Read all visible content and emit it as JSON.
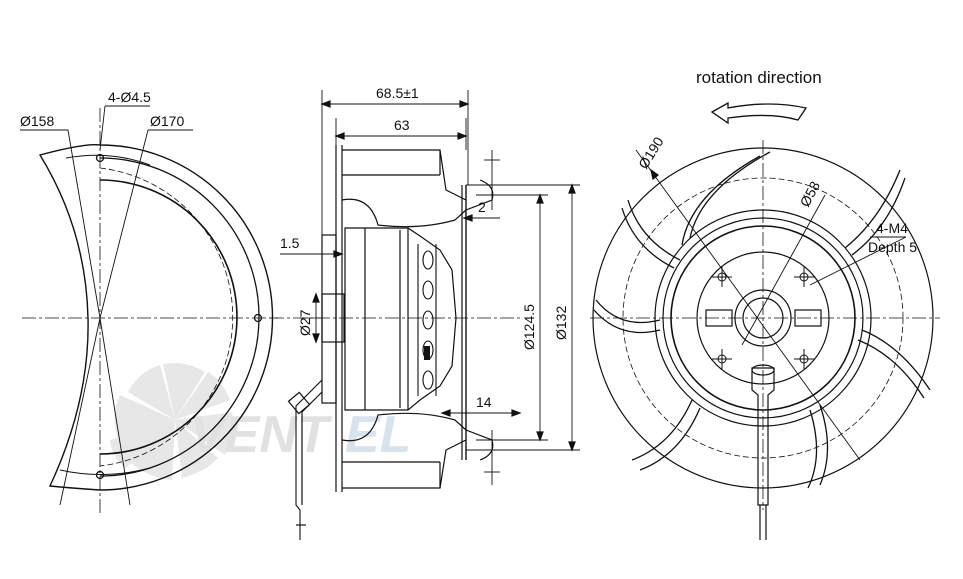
{
  "watermark": {
    "brand_text_a": "VENT",
    "brand_text_b": "EL",
    "color_a": "#c9c9c9",
    "color_b": "#b9cde4"
  },
  "left_view": {
    "dim_d158": "Ø158",
    "dim_holes": "4-Ø4.5",
    "dim_d170": "Ø170"
  },
  "side_view": {
    "dim_overall": "68.5±1",
    "dim_63": "63",
    "dim_2": "2",
    "dim_1_5": "1.5",
    "dim_d27": "Ø27",
    "dim_d124_5": "Ø124.5",
    "dim_d132": "Ø132",
    "dim_14": "14"
  },
  "front_view": {
    "rotation_label": "rotation direction",
    "dim_d190": "Ø190",
    "dim_d58": "Ø58",
    "thread_label": "4-M4",
    "depth_label": "Depth 5"
  },
  "colors": {
    "line": "#111111",
    "center_line": "#222222"
  }
}
